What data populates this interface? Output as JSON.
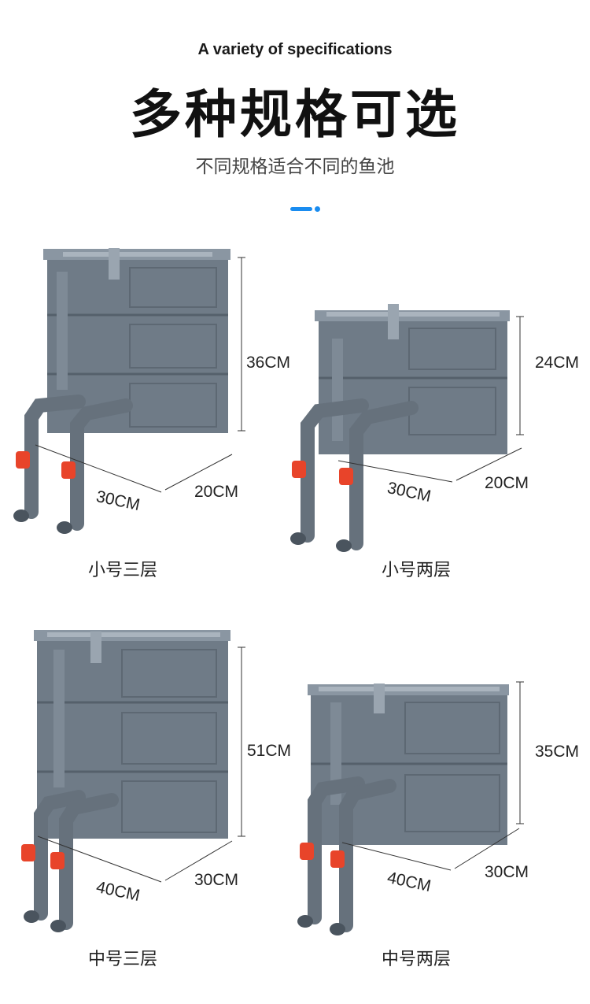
{
  "header": {
    "english_title": "A variety of specifications",
    "chinese_title": "多种规格可选",
    "subtitle": "不同规格适合不同的鱼池"
  },
  "products": [
    {
      "caption": "小号三层",
      "height_label": "36CM",
      "length_label": "30CM",
      "width_label": "20CM",
      "layers": 3
    },
    {
      "caption": "小号两层",
      "height_label": "24CM",
      "length_label": "30CM",
      "width_label": "20CM",
      "layers": 2
    },
    {
      "caption": "中号三层",
      "height_label": "51CM",
      "length_label": "40CM",
      "width_label": "30CM",
      "layers": 3
    },
    {
      "caption": "中号两层",
      "height_label": "35CM",
      "length_label": "40CM",
      "width_label": "30CM",
      "layers": 2
    }
  ],
  "colors": {
    "accent": "#1a8cf0",
    "box_gray": "#6f7b87",
    "pipe_gray": "#66717c",
    "valve_red": "#e8442a"
  }
}
